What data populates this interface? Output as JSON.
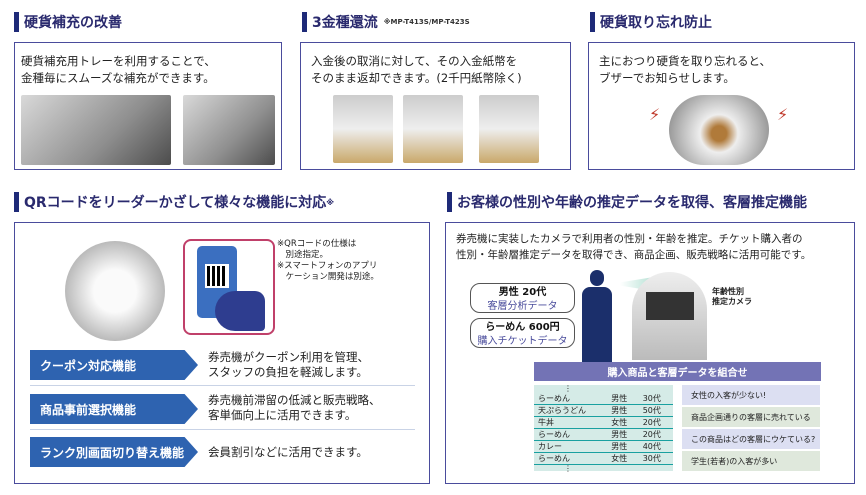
{
  "sec1": {
    "title": "硬貨補充の改善",
    "text": [
      "硬貨補充用トレーを利用することで、",
      "金種毎にスムーズな補充ができます。"
    ]
  },
  "sec2": {
    "title": "3金種還流",
    "note": "※MP-T413S/MP-T423S",
    "text": [
      "入金後の取消に対して、その入金紙幣を",
      "そのまま返却できます。(2千円紙幣除く)"
    ]
  },
  "sec3": {
    "title": "硬貨取り忘れ防止",
    "text": [
      "主におつり硬貨を取り忘れると、",
      "ブザーでお知らせします。"
    ]
  },
  "sec4": {
    "title": "QRコードをリーダーかざして様々な機能に対応",
    "title_mark": "※",
    "notes": [
      "※QRコードの仕様は",
      "　別途指定。",
      "※スマートフォンのアプリ",
      "　ケーション開発は別途。"
    ],
    "features": [
      {
        "label": "クーポン対応機能",
        "desc": [
          "券売機がクーポン利用を管理、",
          "スタッフの負担を軽減します。"
        ]
      },
      {
        "label": "商品事前選択機能",
        "desc": [
          "券売機前滞留の低減と販売戦略、",
          "客単価向上に活用できます。"
        ]
      },
      {
        "label": "ランク別画面切り替え機能",
        "desc": [
          "会員割引などに活用できます。"
        ]
      }
    ]
  },
  "sec5": {
    "title": "お客様の性別や年齢の推定データを取得、客層推定機能",
    "text": [
      "券売機に実装したカメラで利用者の性別・年齢を推定。チケット購入者の",
      "性別・年齢層推定データを取得でき、商品企画、販売戦略に活用可能です。"
    ],
    "bubble1": {
      "bold": "男性 20代",
      "sub": "客層分析データ"
    },
    "bubble2": {
      "bold": "らーめん 600円",
      "sub": "購入チケットデータ"
    },
    "camera_label": [
      "年齢性別",
      "推定カメラ"
    ],
    "banner": "購入商品と客層データを組合せ",
    "ellipsis": "⋮",
    "rows": [
      [
        "らーめん",
        "男性",
        "30代"
      ],
      [
        "天ぷらうどん",
        "男性",
        "50代"
      ],
      [
        "牛丼",
        "女性",
        "20代"
      ],
      [
        "らーめん",
        "男性",
        "20代"
      ],
      [
        "カレー",
        "男性",
        "40代"
      ],
      [
        "らーめん",
        "女性",
        "30代"
      ]
    ],
    "insights": [
      "女性の入客が少ない!",
      "商品企画通りの客層に売れている",
      "この商品はどの客層にウケている?",
      "学生(若者)の入客が多い"
    ]
  }
}
